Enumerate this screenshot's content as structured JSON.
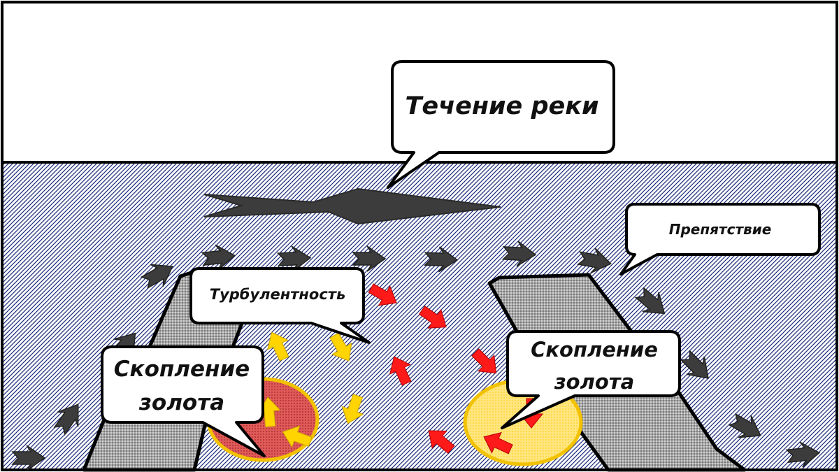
{
  "labels": {
    "river_flow": "Течение реки",
    "obstacle": "Препятствие",
    "turbulence": "Турбулентность",
    "gold_left_line1": "Скопление",
    "gold_left_line2": "золота",
    "gold_right_line1": "Скопление",
    "gold_right_line2": "золота"
  },
  "colors": {
    "water_hatch": "#1a2a7a",
    "rock": "#a8a8a8",
    "flow_arrow": "#3c3c3c",
    "turbulence_arrow": "#ff1a1a",
    "deposit_arrow": "#ffd400",
    "gold_deposit_left": "#d85050",
    "gold_deposit_right": "#ffe680",
    "deposit_outline": "#f2c200"
  }
}
